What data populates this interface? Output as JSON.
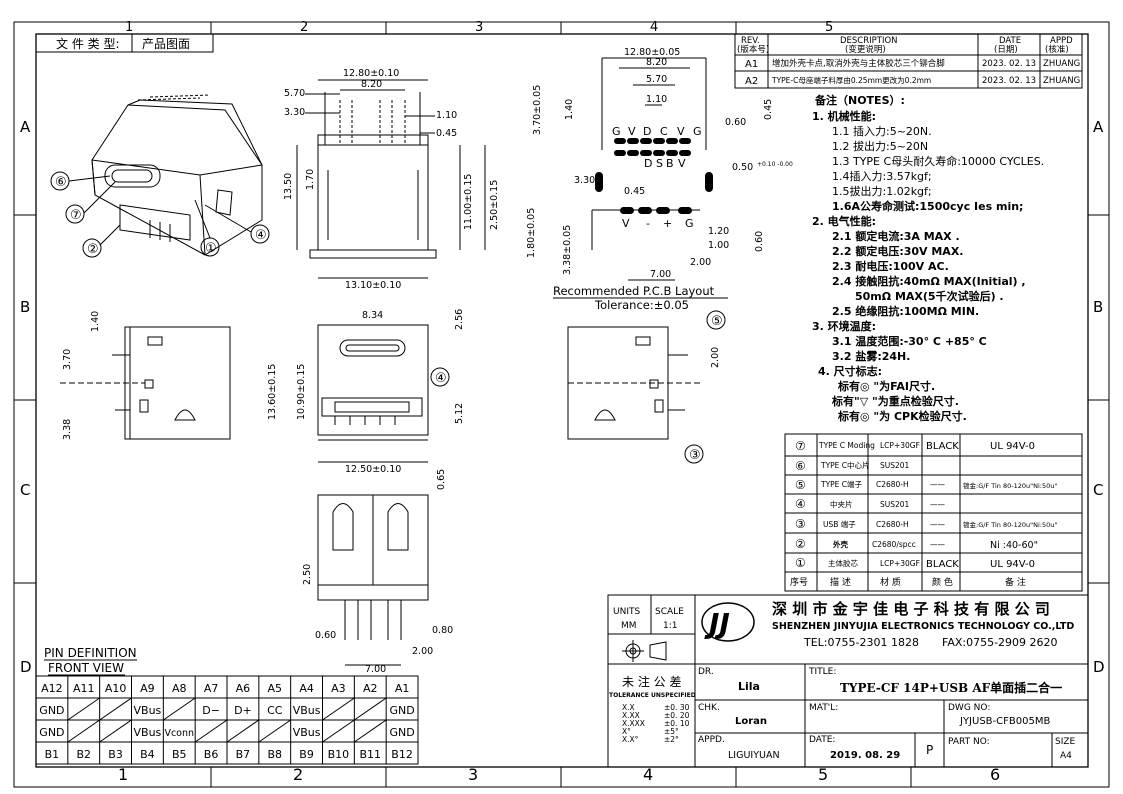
{
  "border": {
    "cols": [
      "1",
      "2",
      "3",
      "4",
      "5",
      "6"
    ],
    "rows": [
      "A",
      "B",
      "C",
      "D"
    ]
  },
  "doc_type": {
    "label": "文 件 类 型:",
    "value": "产品图面"
  },
  "revision": {
    "headers": [
      [
        "REV.",
        "(版本号)"
      ],
      [
        "DESCRIPTION",
        "(变更说明)"
      ],
      [
        "DATE",
        "(日期)"
      ],
      [
        "APPD",
        "(核准)"
      ]
    ],
    "rows": [
      {
        "rev": "A1",
        "desc": "增加外壳卡点,取消外壳与主体胶芯三个铆合脚",
        "date": "2023. 02. 13",
        "appd": "ZHUANG"
      },
      {
        "rev": "A2",
        "desc": "TYPE-C母座端子料厚由0.25mm更改为0.2mm",
        "date": "2023. 02. 13",
        "appd": "ZHUANG"
      }
    ]
  },
  "notes": {
    "title": "备注（NOTES）:",
    "lines": [
      "1. 机械性能:",
      "1.1 插入力:5~20N.",
      "1.2 拔出力:5~20N",
      "1.3 TYPE C母头耐久寿命:10000 CYCLES.",
      "1.4插入力:3.57kgf;",
      "1.5拔出力:1.02kgf;",
      "1.6A公寿命测试:1500cyc Ies min;",
      "2. 电气性能:",
      "2.1 额定电流:3A MAX .",
      "2.2 额定电压:30V MAX.",
      "2.3 耐电压:100V AC.",
      "2.4 接触阻抗:40mΩ MAX(Initial) ,",
      "50mΩ MAX(5千次试验后) .",
      "2.5 绝缘阻抗:100MΩ MIN.",
      "3. 环境温度:",
      "3.1 温度范围:-30° C  +85° C",
      "3.2 盐雾:24H.",
      "4. 尺寸标志:",
      "标有◎ \"为FAI尺寸.",
      "标有\"▽ \"为重点检验尺寸.",
      "标有◎ \"为 CPK检验尺寸."
    ]
  },
  "dims": {
    "top_w1": "12.80±0.10",
    "top_w2": "8.20",
    "top_w3": "5.70",
    "top_w4": "3.30",
    "top_w5": "1.10",
    "top_w6": "0.45",
    "top_h1": "13.50",
    "top_h2": "1.70",
    "top_h3": "11.00±0.15",
    "top_h4": "2.50±0.15",
    "top_bw": "13.10±0.10",
    "pcb_w1": "12.80±0.05",
    "pcb_w2": "8.20",
    "pcb_w3": "5.70",
    "pcb_w4": "1.10",
    "pcb_w5": "0.60",
    "pcb_w6": "0.45",
    "pcb_h1": "3.70±0.05",
    "pcb_h2": "1.40",
    "pcb_h3": "1.80±0.05",
    "pcb_h4": "3.38±0.05",
    "pcb_h5": "0.60",
    "pcb_d1": "3.30",
    "pcb_d2": "0.45",
    "pcb_d3": "0.50",
    "pcb_d3_tol": "+0.10 -0.00",
    "pcb_d4": "1.20",
    "pcb_d5": "1.00",
    "pcb_d6": "2.00",
    "pcb_d7": "7.00",
    "pcb_pin_labels": [
      "G",
      "V",
      "D",
      "C",
      "V",
      "G"
    ],
    "pcb_pin_labels2": [
      "D",
      "S",
      "B",
      "V"
    ],
    "pcb_pin_labels3": [
      "V",
      "-",
      "+",
      "G"
    ],
    "pcb_title": "Recommended  P.C.B  Layout",
    "pcb_tol": "Tolerance:±0.05",
    "side_h1": "1.40",
    "side_h2": "3.70",
    "side_h3": "3.38",
    "front_w1": "8.34",
    "front_h1": "2.56",
    "front_h2": "13.60±0.15",
    "front_h3": "10.90±0.15",
    "front_h4": "5.12",
    "front_h5": "0.65",
    "front_bw": "12.50±0.10",
    "rside_h1": "2.00",
    "bot_h1": "2.50",
    "bot_w1": "0.60",
    "bot_w2": "0.80",
    "bot_w3": "2.00",
    "bot_w4": "7.00"
  },
  "balloons": [
    "①",
    "②",
    "③",
    "④",
    "⑤",
    "⑥",
    "⑦"
  ],
  "bom": {
    "rows": [
      {
        "no": "⑦",
        "name": "TYPE C Moding",
        "mat": "LCP+30GF",
        "color": "BLACK",
        "note": "UL 94V-0"
      },
      {
        "no": "⑥",
        "name": "TYPE C中心片",
        "mat": "SUS201",
        "color": "",
        "note": ""
      },
      {
        "no": "⑤",
        "name": "TYPE C端子",
        "mat": "C2680-H",
        "color": "——",
        "note": "镀金:G/F Tin 80-120u\"Ni:50u\""
      },
      {
        "no": "④",
        "name": "中夹片",
        "mat": "SUS201",
        "color": "——",
        "note": ""
      },
      {
        "no": "③",
        "name": "USB 端子",
        "mat": "C2680-H",
        "color": "——",
        "note": "镀金:G/F Tin 80-120u\"Ni:50u\""
      },
      {
        "no": "②",
        "name": "外壳",
        "mat": "C2680/spcc",
        "color": "——",
        "note": "Ni :40-60\""
      },
      {
        "no": "①",
        "name": "主体胶芯",
        "mat": "LCP+30GF",
        "color": "BLACK",
        "note": "UL 94V-0"
      }
    ],
    "header": {
      "no": "序号",
      "name": "描 述",
      "mat": "材 质",
      "color": "颜 色",
      "note": "备 注"
    }
  },
  "title_block": {
    "units_label": "UNITS",
    "units_val": "MM",
    "scale_label": "SCALE",
    "scale_val": "1:1",
    "logo": "JJ",
    "company_cn": "深 圳 市 金 宇 佳 电 子 科 技 有 限 公 司",
    "company_en": "SHENZHEN  JINYUJIA  ELECTRONICS TECHNOLOGY CO.,LTD",
    "tel": "TEL:0755-2301 1828",
    "fax": "FAX:0755-2909 2620",
    "tol_title": "未 注 公 差",
    "tol_sub": "TOLERANCE UNSPECIFIED",
    "tol_rows": [
      [
        "X.X",
        "±0. 30"
      ],
      [
        "X.XX",
        "±0. 20"
      ],
      [
        "X.XXX",
        "±0. 10"
      ],
      [
        "X°",
        "±5°"
      ],
      [
        "X.X°",
        "±2°"
      ]
    ],
    "dr_label": "DR.",
    "dr_val": "Lila",
    "chk_label": "CHK.",
    "chk_val": "Loran",
    "appd_label": "APPD.",
    "appd_val": "LIGUIYUAN",
    "title_label": "TITLE:",
    "title_val": "TYPE-CF 14P+USB AF单面插二合一",
    "matl_label": "MAT'L:",
    "dwg_label": "DWG NO:",
    "dwg_val": "JYJUSB-CFB005MB",
    "date_label": "DATE:",
    "date_val": "2019. 08. 29",
    "rev_p": "P",
    "partno_label": "PART  NO:",
    "size_label": "SIZE",
    "size_val": "A4"
  },
  "pin_def": {
    "title": "PIN  DEFINITION",
    "subtitle": "FRONT  VIEW",
    "top_ids": [
      "A12",
      "A11",
      "A10",
      "A9",
      "A8",
      "A7",
      "A6",
      "A5",
      "A4",
      "A3",
      "A2",
      "A1"
    ],
    "top_sig": [
      "GND",
      "",
      "",
      "VBus",
      "",
      "D−",
      "D+",
      "CC",
      "VBus",
      "",
      "",
      "GND"
    ],
    "bot_sig": [
      "GND",
      "",
      "",
      "VBus",
      "Vconn",
      "",
      "",
      "",
      "VBus",
      "",
      "",
      "GND"
    ],
    "bot_ids": [
      "B1",
      "B2",
      "B3",
      "B4",
      "B5",
      "B6",
      "B7",
      "B8",
      "B9",
      "B10",
      "B11",
      "B12"
    ]
  }
}
